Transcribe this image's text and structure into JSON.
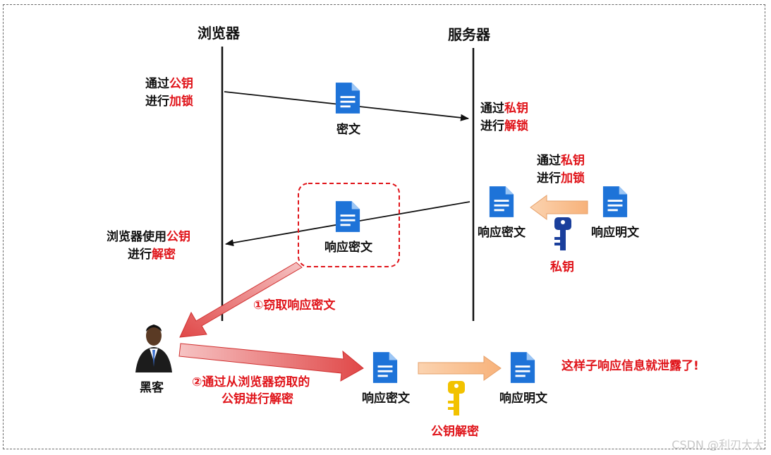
{
  "columns": {
    "browser": "浏览器",
    "server": "服务器"
  },
  "step1": {
    "browser_l1_a": "通过",
    "browser_l1_b": "公钥",
    "browser_l2_a": "进行",
    "browser_l2_b": "加锁",
    "doc_label": "密文",
    "server_l1_a": "通过",
    "server_l1_b": "私钥",
    "server_l2_a": "进行",
    "server_l2_b": "解锁"
  },
  "step2": {
    "server_l1_a": "通过",
    "server_l1_b": "私钥",
    "server_l2_a": "进行",
    "server_l2_b": "加锁",
    "doc_cipher": "响应密文",
    "doc_plain": "响应明文",
    "key_label": "私钥",
    "middle_doc": "响应密文",
    "browser_l1_a": "浏览器使用",
    "browser_l1_b": "公钥",
    "browser_l2_a": "进行",
    "browser_l2_b": "解密"
  },
  "attack": {
    "steal_label": "①窃取响应密文",
    "hacker_label": "黑客",
    "decrypt_l1": "②通过从浏览器窃取的",
    "decrypt_l2": "公钥进行解密",
    "doc_cipher": "响应密文",
    "doc_plain": "响应明文",
    "key_label": "公钥解密",
    "leak_message": "这样子响应信息就泄露了!"
  },
  "watermark": "CSDN @利刃大大",
  "colors": {
    "accent_red": "#e0141a",
    "doc_blue": "#1e73d8",
    "private_key": "#1a3f9c",
    "public_key": "#f2c200"
  }
}
